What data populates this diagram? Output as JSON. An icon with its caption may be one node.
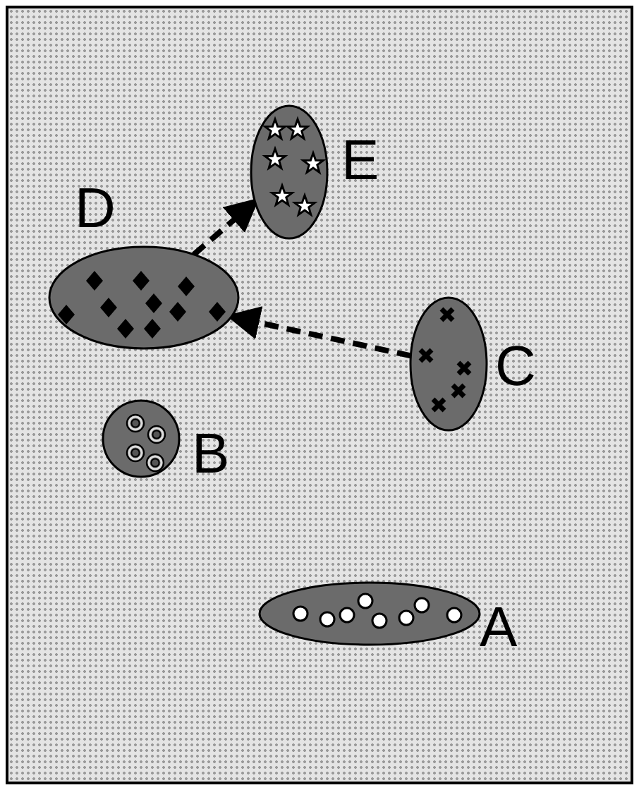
{
  "diagram": {
    "nodes": [
      {
        "text": [],
        "shape": "ellipse",
        "beside": [
          "E"
        ]
      },
      {
        "text": [],
        "shape": "ellipse",
        "beside": [
          "D"
        ]
      },
      {
        "text": [],
        "shape": "ellipse",
        "beside": [
          "C"
        ]
      },
      {
        "text": [],
        "shape": "circle",
        "beside": [
          "B"
        ]
      },
      {
        "text": [],
        "shape": "ellipse",
        "beside": [
          "A"
        ]
      }
    ],
    "edges": [
      {
        "from": 1,
        "to": 0,
        "arrow": "to",
        "style": "dashed"
      },
      {
        "from": 2,
        "to": 1,
        "arrow": "to",
        "style": "dashed"
      }
    ]
  }
}
